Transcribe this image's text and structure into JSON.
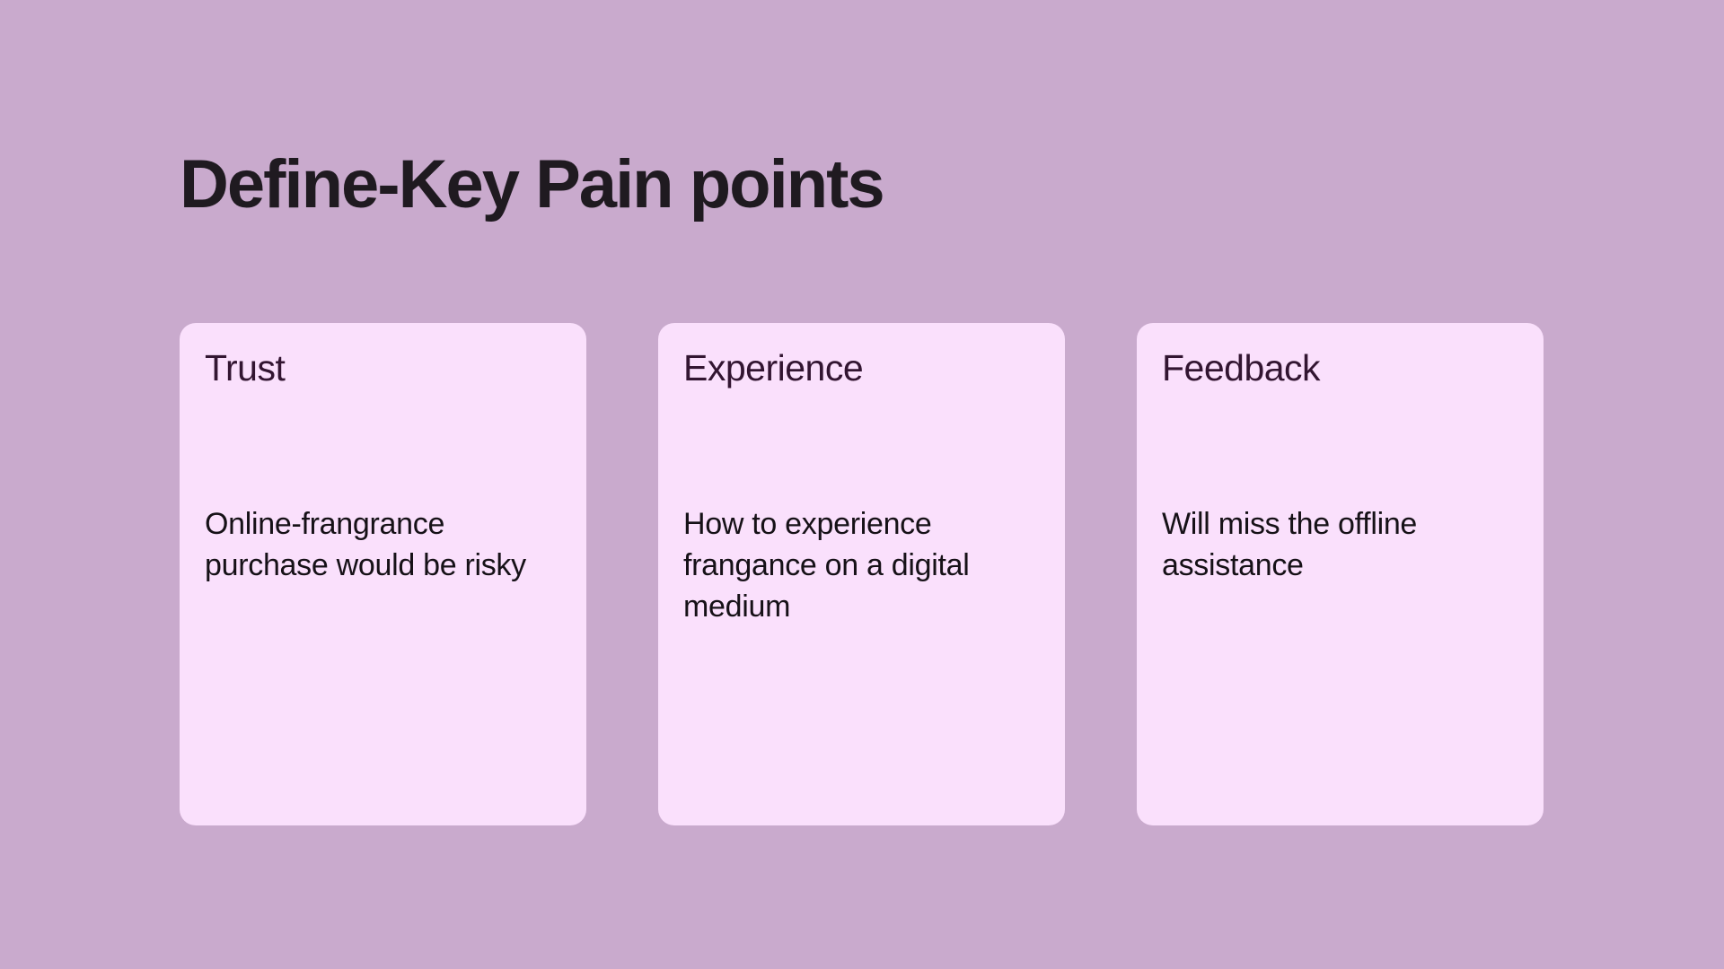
{
  "slide": {
    "title": "Define-Key Pain points"
  },
  "cards": [
    {
      "heading": "Trust",
      "body": "Online-frangrance purchase would be risky"
    },
    {
      "heading": "Experience",
      "body": "How to experience frangance on a digital medium"
    },
    {
      "heading": "Feedback",
      "body": "Will miss the offline assistance"
    }
  ],
  "colors": {
    "background": "#c9aacd",
    "card_background": "#fae0fc",
    "title_text": "#1f1a20",
    "heading_text": "#321531",
    "body_text": "#161117"
  }
}
